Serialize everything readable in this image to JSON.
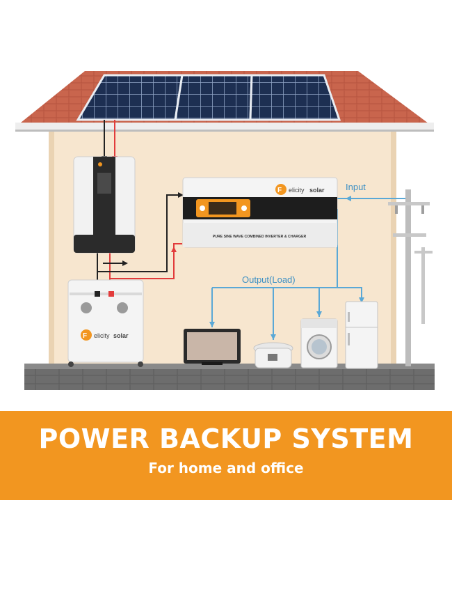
{
  "diagram": {
    "labels": {
      "input": "Input",
      "output": "Output(Load)",
      "inverter_caption": "PURE SINE WAVE COMBINED INVERTER & CHARGER"
    },
    "brand": {
      "logo_letter": "F",
      "name": "elicity",
      "suffix": "solar"
    },
    "colors": {
      "roof": "#c9654d",
      "wall": "#f7e6cf",
      "wire_ac": "#5aa8d6",
      "wire_pos": "#e23b3b",
      "wire_neg": "#222222",
      "accent": "#f29620"
    }
  },
  "banner": {
    "title": "POWER BACKUP SYSTEM",
    "subtitle": "For home and office"
  }
}
